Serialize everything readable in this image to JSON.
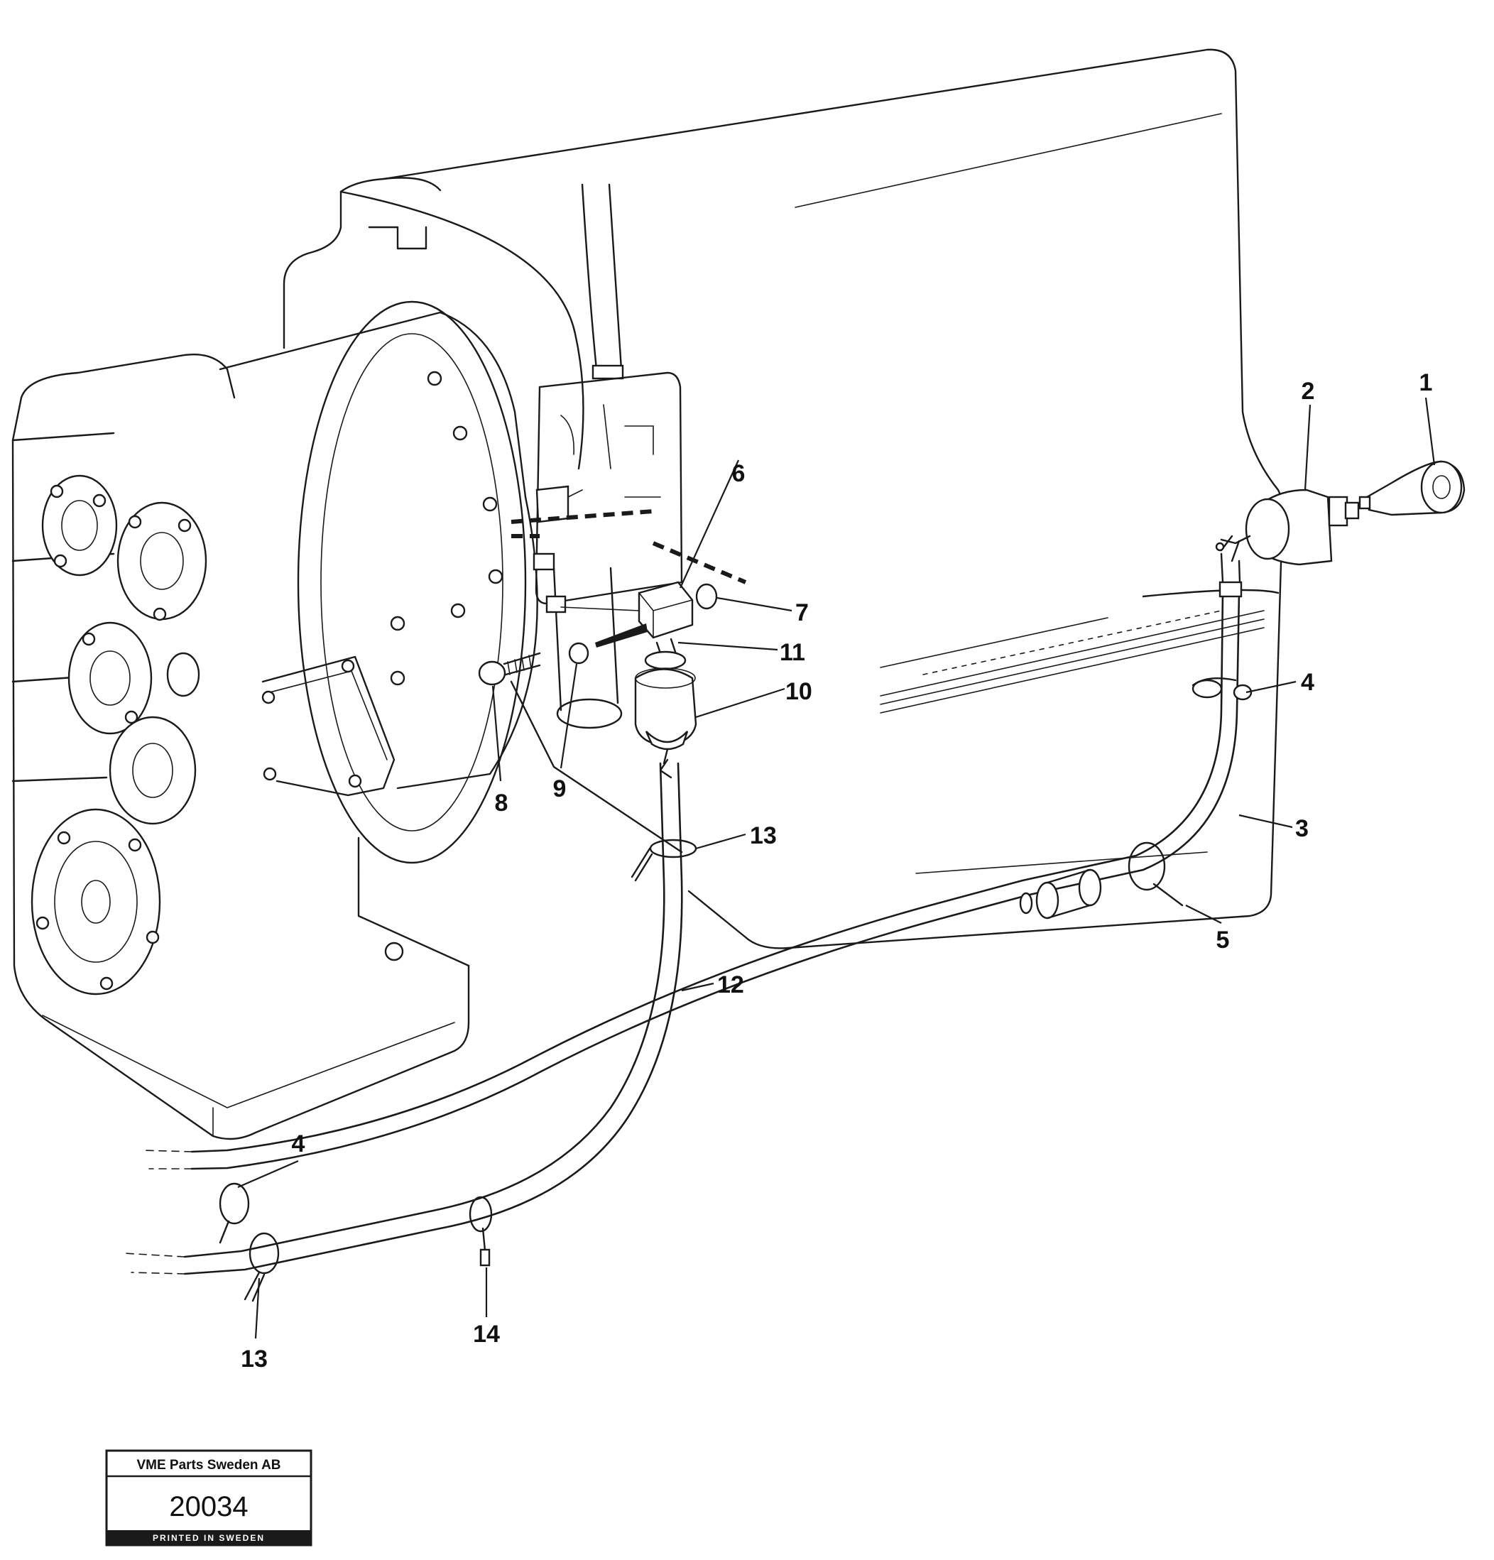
{
  "callouts": [
    "1",
    "2",
    "3",
    "4",
    "5",
    "6",
    "7",
    "8",
    "9",
    "10",
    "11",
    "12",
    "13",
    "14"
  ],
  "stamp": {
    "company": "VME Parts Sweden AB",
    "number": "20034",
    "printed": "PRINTED IN SWEDEN"
  }
}
